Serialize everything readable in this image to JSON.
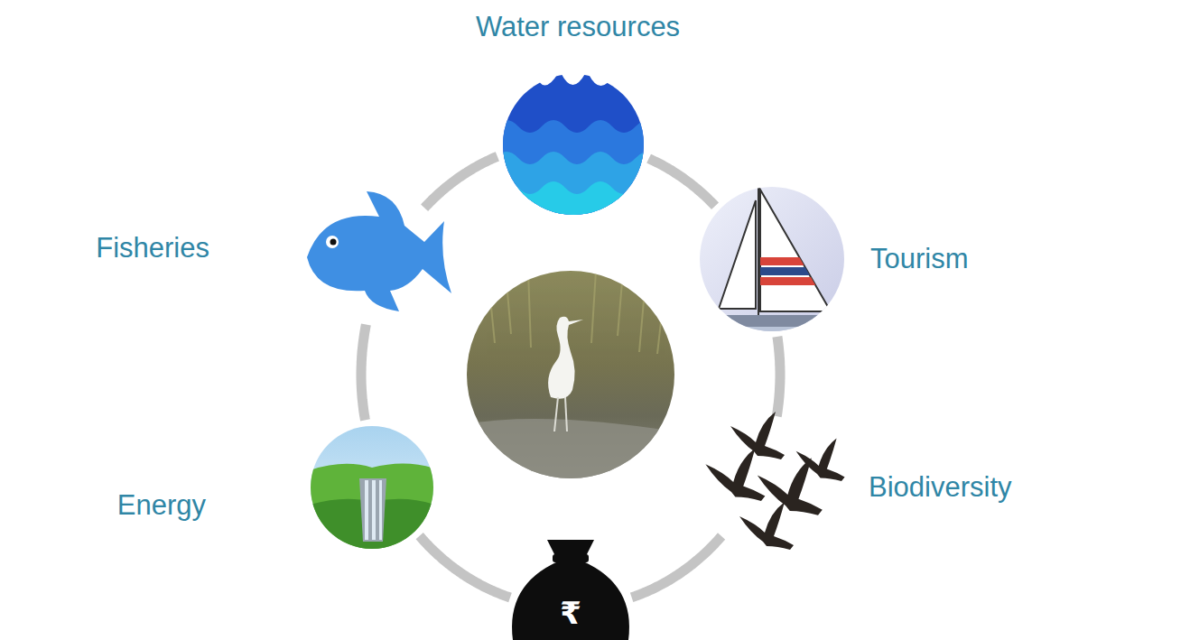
{
  "diagram": {
    "nodes": [
      {
        "text": [
          "Water resources"
        ]
      },
      {
        "text": [
          "Tourism"
        ]
      },
      {
        "text": [
          "Biodiversity"
        ]
      },
      {
        "text": [
          "₹"
        ]
      },
      {
        "text": [
          "Energy"
        ]
      },
      {
        "text": [
          "Fisheries"
        ]
      }
    ],
    "edges": [
      {
        "from": 0,
        "to": 1,
        "arrow": "none"
      },
      {
        "from": 1,
        "to": 2,
        "arrow": "none"
      },
      {
        "from": 2,
        "to": 3,
        "arrow": "none"
      },
      {
        "from": 3,
        "to": 4,
        "arrow": "none"
      },
      {
        "from": 4,
        "to": 5,
        "arrow": "none"
      },
      {
        "from": 5,
        "to": 0,
        "arrow": "none"
      }
    ]
  }
}
